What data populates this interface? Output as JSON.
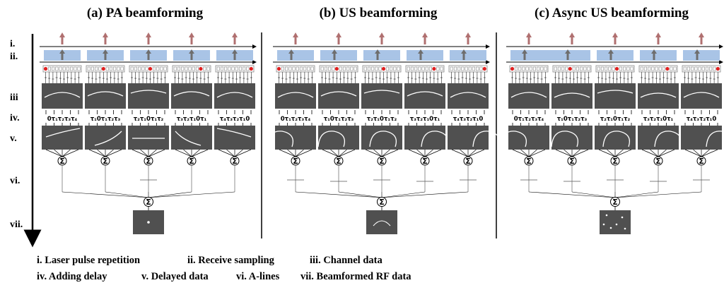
{
  "panels": [
    {
      "title": "(a) PA beamforming",
      "delays": [
        "0τ₁τ₂τ₃τ₄",
        "τ₁0τ₁τ₂τ₃",
        "τ₂τ₁0τ₁τ₂",
        "τ₃τ₂τ₁0τ₁",
        "τ₄τ₃τ₂τ₁0"
      ]
    },
    {
      "title": "(b) US beamforming",
      "delays": [
        "0τ₁τ₂τ₃τ₄",
        "τ₁0τ₁τ₂τ₃",
        "τ₂τ₁0τ₁τ₂",
        "τ₃τ₂τ₁0τ₁",
        "τ₄τ₃τ₂τ₁0"
      ]
    },
    {
      "title": "(c) Async US beamforming",
      "delays": [
        "0τ₁τ₂τ₃τ₄",
        "τ₁0τ₁τ₂τ₃",
        "τ₂τ₁0τ₁τ₂",
        "τ₃τ₂τ₁0τ₁",
        "τ₄τ₃τ₂τ₁0"
      ]
    }
  ],
  "row_labels": [
    "i.",
    "ii.",
    "iii",
    "iv.",
    "v.",
    "vi.",
    "vii."
  ],
  "sum_symbol": "Σ",
  "legend": {
    "line1": [
      "i.  Laser pulse repetition",
      "ii. Receive sampling",
      "iii. Channel data"
    ],
    "line2": [
      "iv. Adding delay",
      "v. Delayed data",
      "vi. A-lines",
      "vii. Beamformed RF data"
    ]
  },
  "colors": {
    "laser_arrow": "#b07070",
    "sample_band": "#a9c4e6",
    "sample_arrow": "#6e6e6e",
    "data_block": "#505050",
    "element_active": "#e02020"
  }
}
